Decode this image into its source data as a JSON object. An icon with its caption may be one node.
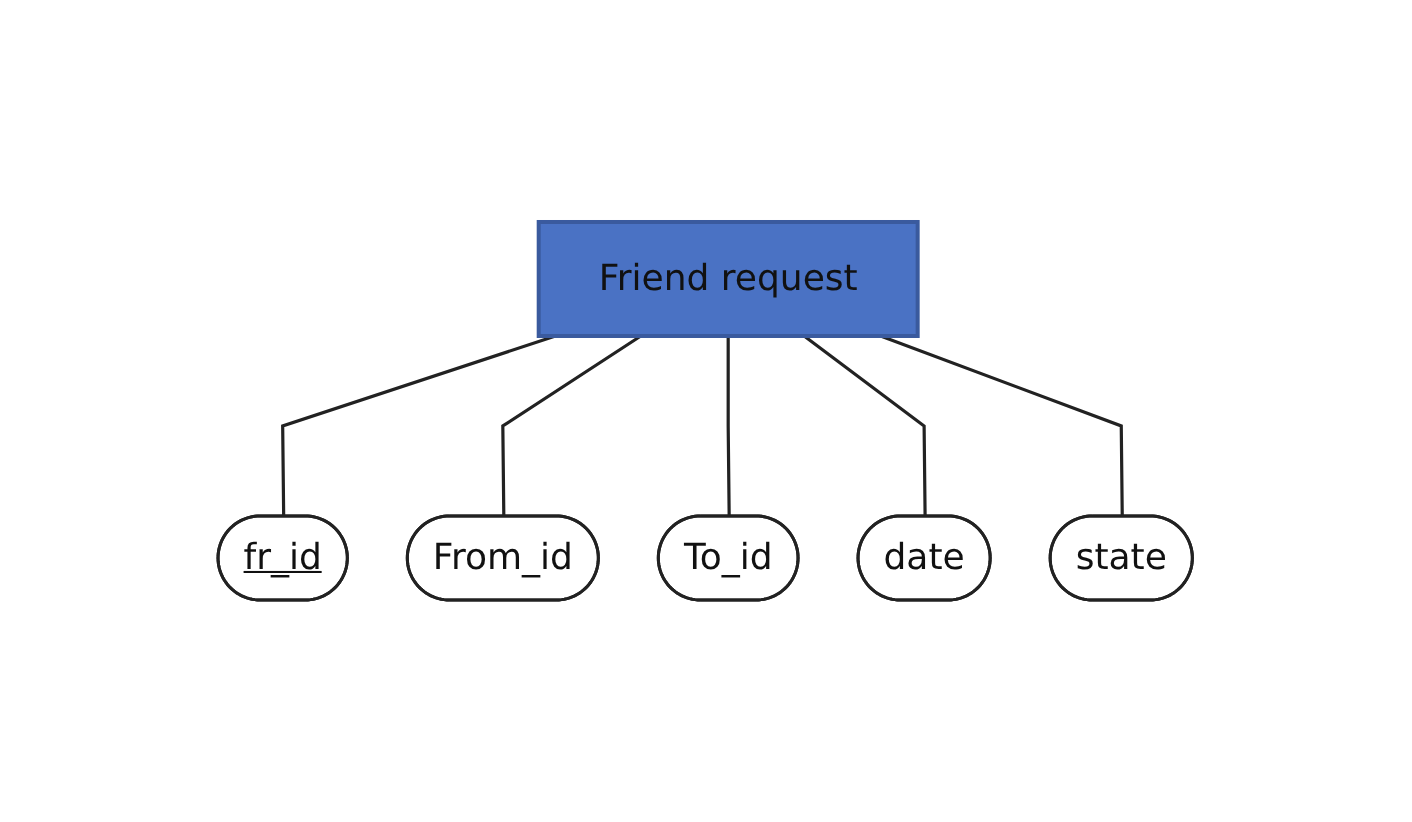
{
  "diagram": {
    "nodes": [
      {
        "text": [
          "fr_id"
        ]
      },
      {
        "text": [
          "From_id"
        ]
      },
      {
        "text": [
          "To_id"
        ]
      },
      {
        "text": [
          "date"
        ]
      },
      {
        "text": [
          "state"
        ]
      },
      {
        "text": [
          "Friend request"
        ]
      }
    ],
    "edges": [
      {
        "from": 0,
        "to": 5,
        "arrow": "none"
      },
      {
        "from": 1,
        "to": 5,
        "arrow": "none"
      },
      {
        "from": 2,
        "to": 5,
        "arrow": "none"
      },
      {
        "from": 3,
        "to": 5,
        "arrow": "none"
      },
      {
        "from": 4,
        "to": 5,
        "arrow": "none"
      }
    ]
  }
}
